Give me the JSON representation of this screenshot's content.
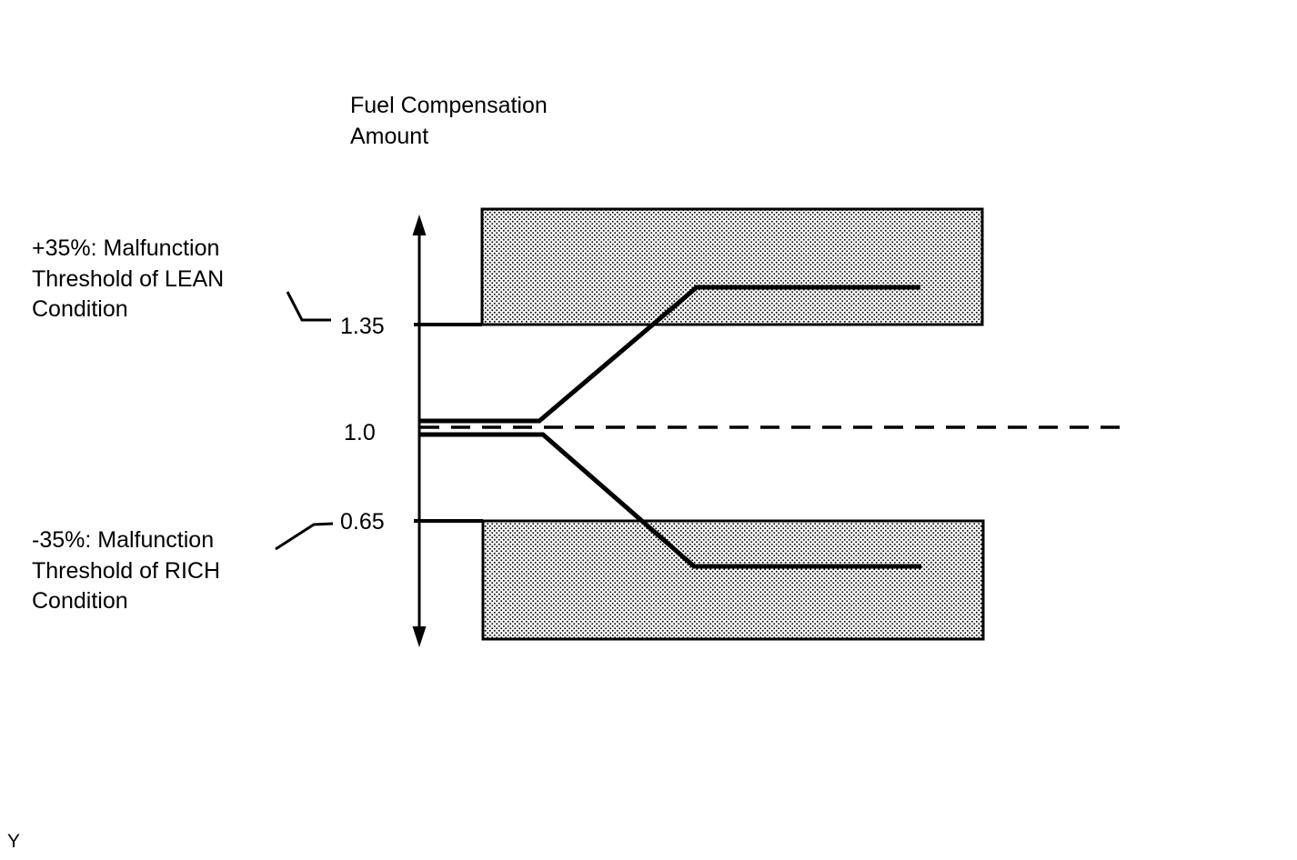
{
  "colors": {
    "ink": "#000000",
    "background": "#ffffff"
  },
  "figure": {
    "title": "Fuel Compensation\nAmount",
    "y_ticks": [
      {
        "label": "1.35"
      },
      {
        "label": "1.0"
      },
      {
        "label": "0.65"
      }
    ],
    "annotations": {
      "lean": "+35%: Malfunction\nThreshold of LEAN\nCondition",
      "rich": "-35%: Malfunction\nThreshold of RICH\nCondition"
    },
    "footnote": "Y"
  },
  "chart_data": {
    "type": "line",
    "title": "Fuel Compensation Amount",
    "y_axis": {
      "label": "Fuel Compensation Amount",
      "tick_values": [
        1.35,
        1.0,
        0.65
      ],
      "nominal_value": 1.0
    },
    "thresholds": [
      {
        "name": "lean-malfunction-threshold",
        "value": 1.35,
        "label": "+35%: Malfunction Threshold of LEAN Condition"
      },
      {
        "name": "rich-malfunction-threshold",
        "value": 0.65,
        "label": "-35%: Malfunction Threshold of RICH Condition"
      }
    ],
    "bands": [
      {
        "name": "lean-malfunction-region",
        "extent": "above 1.35",
        "fill": "halftone-dot-pattern"
      },
      {
        "name": "rich-malfunction-region",
        "extent": "below 0.65",
        "fill": "halftone-dot-pattern"
      }
    ],
    "series": [
      {
        "name": "nominal-centerline",
        "style": "dashed",
        "value": 1.0
      },
      {
        "name": "lean-drift-trace",
        "style": "solid",
        "shape": "flat at ~1.0 then rises past 1.35 and levels off inside lean malfunction band"
      },
      {
        "name": "rich-drift-trace",
        "style": "solid",
        "shape": "flat at ~1.0 then falls past 0.65 and levels off inside rich malfunction band"
      }
    ],
    "legend": "none",
    "grid": false
  }
}
